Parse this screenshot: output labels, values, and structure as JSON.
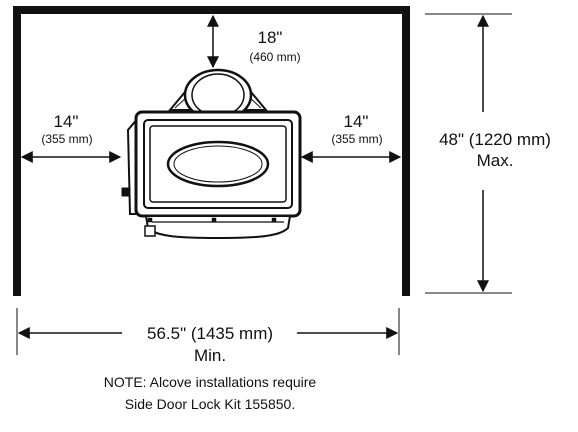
{
  "dimensions": {
    "top_clearance": {
      "imperial": "18\"",
      "metric": "(460 mm)"
    },
    "left_clearance": {
      "imperial": "14\"",
      "metric": "(355 mm)"
    },
    "right_clearance": {
      "imperial": "14\"",
      "metric": "(355 mm)"
    },
    "depth": {
      "value": "48\" (1220 mm)",
      "qualifier": "Max."
    },
    "width": {
      "value": "56.5\" (1435 mm)",
      "qualifier": "Min."
    }
  },
  "note": {
    "line1": "NOTE:  Alcove installations require",
    "line2": "Side Door Lock Kit 155850."
  }
}
